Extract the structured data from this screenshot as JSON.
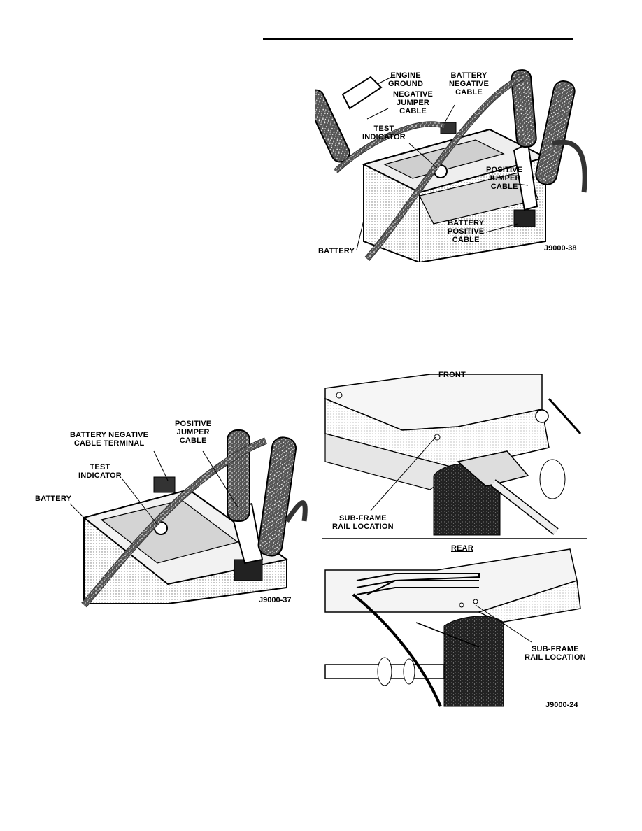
{
  "figure_38": {
    "code": "J9000-38",
    "labels": {
      "engine_ground": [
        "ENGINE",
        "GROUND"
      ],
      "battery_negative_cable": [
        "BATTERY",
        "NEGATIVE",
        "CABLE"
      ],
      "negative_jumper_cable": [
        "NEGATIVE",
        "JUMPER",
        "CABLE"
      ],
      "test_indicator": [
        "TEST",
        "INDICATOR"
      ],
      "positive_jumper_cable": [
        "POSITIVE",
        "JUMPER",
        "CABLE"
      ],
      "battery_positive_cable": [
        "BATTERY",
        "POSITIVE",
        "CABLE"
      ],
      "battery": "BATTERY"
    }
  },
  "figure_37": {
    "code": "J9000-37",
    "labels": {
      "battery_negative_cable_terminal": [
        "BATTERY NEGATIVE",
        "CABLE TERMINAL"
      ],
      "positive_jumper_cable": [
        "POSITIVE",
        "JUMPER",
        "CABLE"
      ],
      "test_indicator": [
        "TEST",
        "INDICATOR"
      ],
      "battery": "BATTERY"
    }
  },
  "figure_24": {
    "code": "J9000-24",
    "labels": {
      "front": "FRONT",
      "rear": "REAR",
      "sub_frame_front": [
        "SUB-FRAME",
        "RAIL LOCATION"
      ],
      "sub_frame_rear": [
        "SUB-FRAME",
        "RAIL LOCATION"
      ]
    }
  }
}
